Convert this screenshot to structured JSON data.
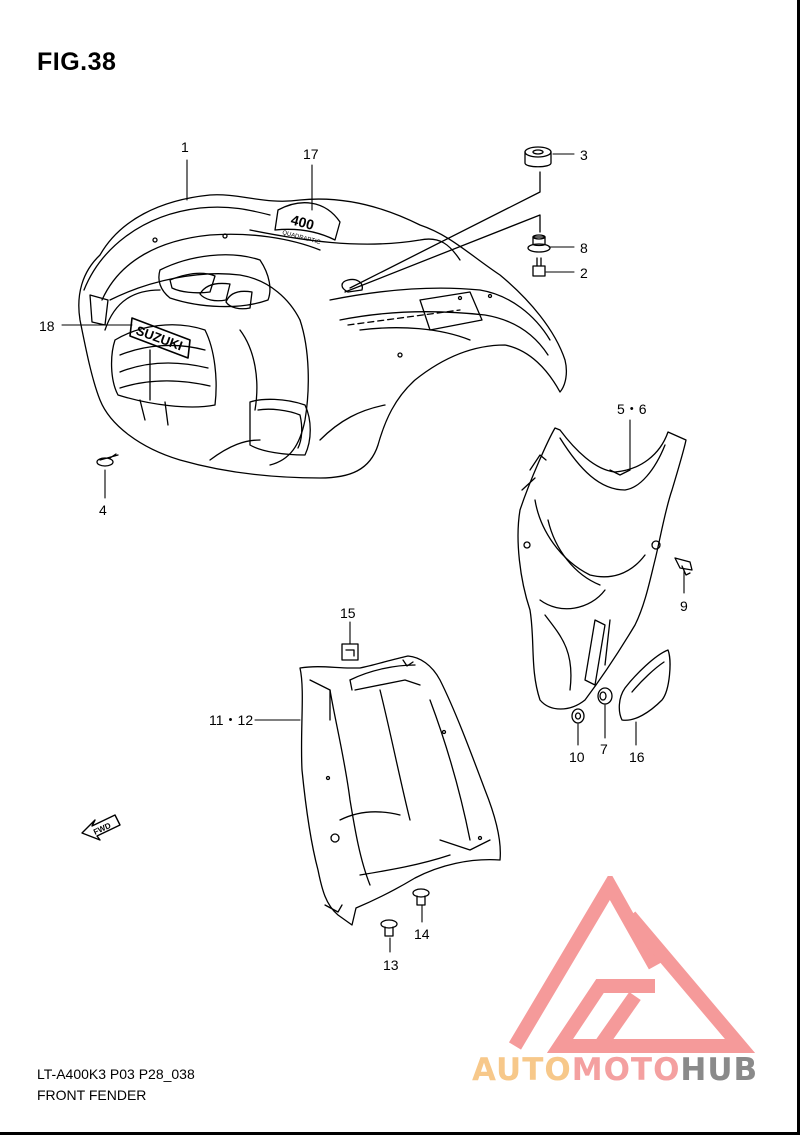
{
  "figure": {
    "title": "FIG.38",
    "code": "LT-A400K3 P03 P28_038",
    "name": "FRONT FENDER"
  },
  "callouts": [
    {
      "id": "1",
      "label": "1"
    },
    {
      "id": "17",
      "label": "17"
    },
    {
      "id": "3",
      "label": "3"
    },
    {
      "id": "8",
      "label": "8"
    },
    {
      "id": "2",
      "label": "2"
    },
    {
      "id": "18",
      "label": "18"
    },
    {
      "id": "4",
      "label": "4"
    },
    {
      "id": "5-6",
      "label": "5・6"
    },
    {
      "id": "9",
      "label": "9"
    },
    {
      "id": "15",
      "label": "15"
    },
    {
      "id": "11-12",
      "label": "11・12"
    },
    {
      "id": "10",
      "label": "10"
    },
    {
      "id": "7",
      "label": "7"
    },
    {
      "id": "16",
      "label": "16"
    },
    {
      "id": "14",
      "label": "14"
    },
    {
      "id": "13",
      "label": "13"
    }
  ],
  "emblems": {
    "brand": "SUZUKI",
    "model": "400",
    "model_sub": "QUADRAPTIC"
  },
  "fwd_arrow": "FWD",
  "watermark": {
    "part1": "AUTO",
    "part2": "MOTO",
    "part3": "HUB",
    "color1": "#f7c88a",
    "color2": "#f4a0a0",
    "color3": "#8a8a8a",
    "mark_color": "#f59a9a"
  }
}
